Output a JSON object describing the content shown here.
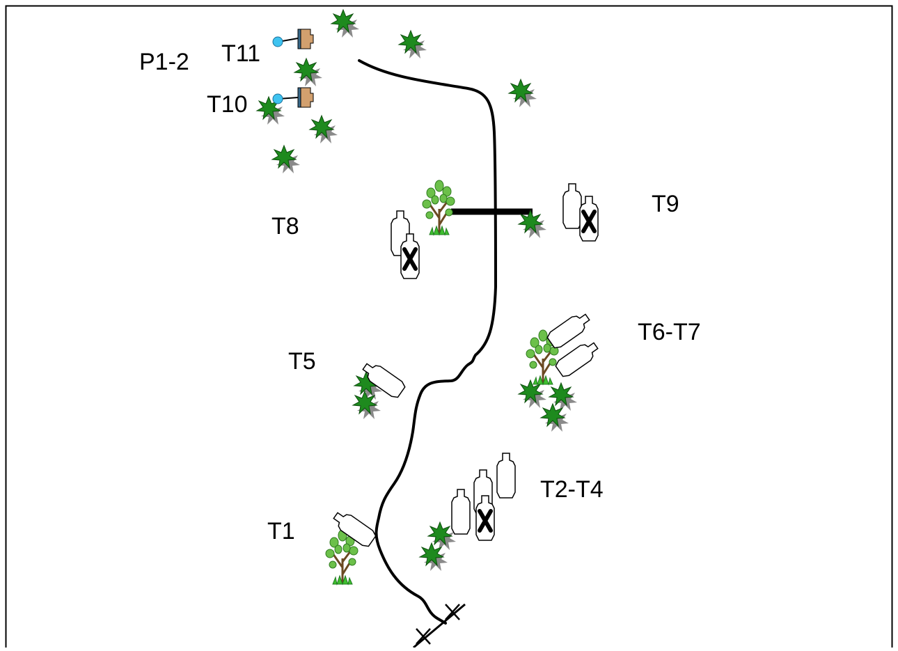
{
  "labels": {
    "p1_2": "P1-2",
    "t11": "T11",
    "t10": "T10",
    "t9": "T9",
    "t8": "T8",
    "t6_t7": "T6-T7",
    "t5": "T5",
    "t2_t4": "T2-T4",
    "t1": "T1"
  },
  "colors": {
    "bush": "#1e8a1e",
    "bush_shadow": "#8a8a8a",
    "tree_leaf": "#6cc04a",
    "tree_trunk": "#6b4a22",
    "grass": "#3fbf2f",
    "barricade": "#d2a06e",
    "post": "#3fc3f0",
    "line": "#000000",
    "frame": "#000000"
  },
  "icons": {
    "bush": "bush-icon",
    "tree": "tree-icon",
    "target": "target-icon",
    "no_shoot_target": "no-shoot-target-icon",
    "barricade": "barricade-icon",
    "post": "post-icon",
    "fault_line_marker": "x-marker-icon"
  }
}
